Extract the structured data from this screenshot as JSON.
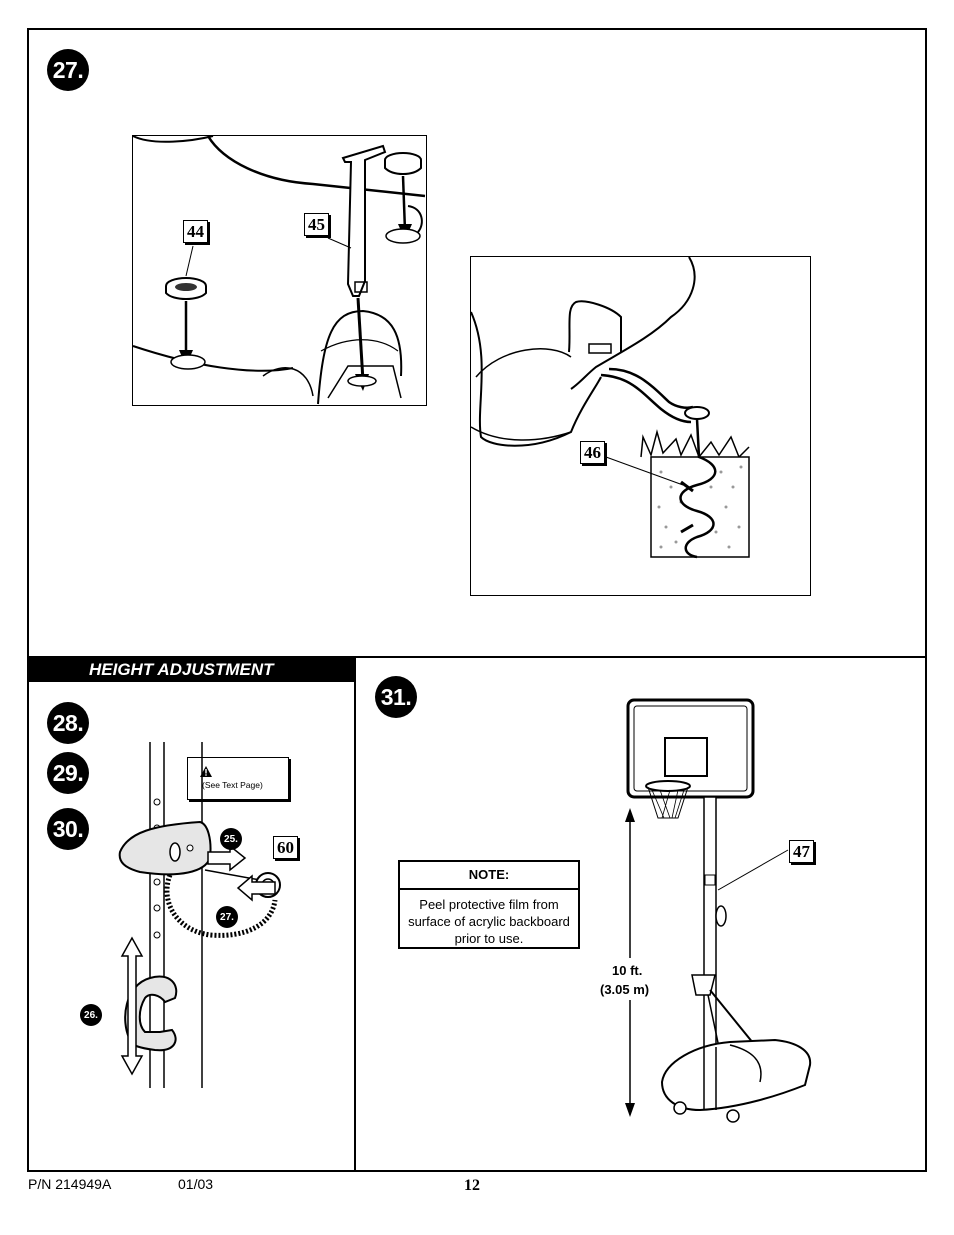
{
  "steps": {
    "step27": "27.",
    "step28": "28.",
    "step29": "29.",
    "step30": "30.",
    "step31": "31."
  },
  "callouts": {
    "part44": "44",
    "part45": "45",
    "part46": "46",
    "part47": "47",
    "part60": "60"
  },
  "height_adjustment": {
    "title": "HEIGHT ADJUSTMENT",
    "warning_text": "(See Text Page)",
    "sub_steps": {
      "s25": "25.",
      "s26": "26.",
      "s27": "27."
    }
  },
  "note": {
    "title": "NOTE:",
    "body": "Peel protective film from surface of acrylic backboard prior to use."
  },
  "height_label": {
    "feet": "10 ft.",
    "meters": "(3.05 m)"
  },
  "footer": {
    "part_number": "P/N 214949A",
    "date": "01/03",
    "page_number": "12"
  }
}
